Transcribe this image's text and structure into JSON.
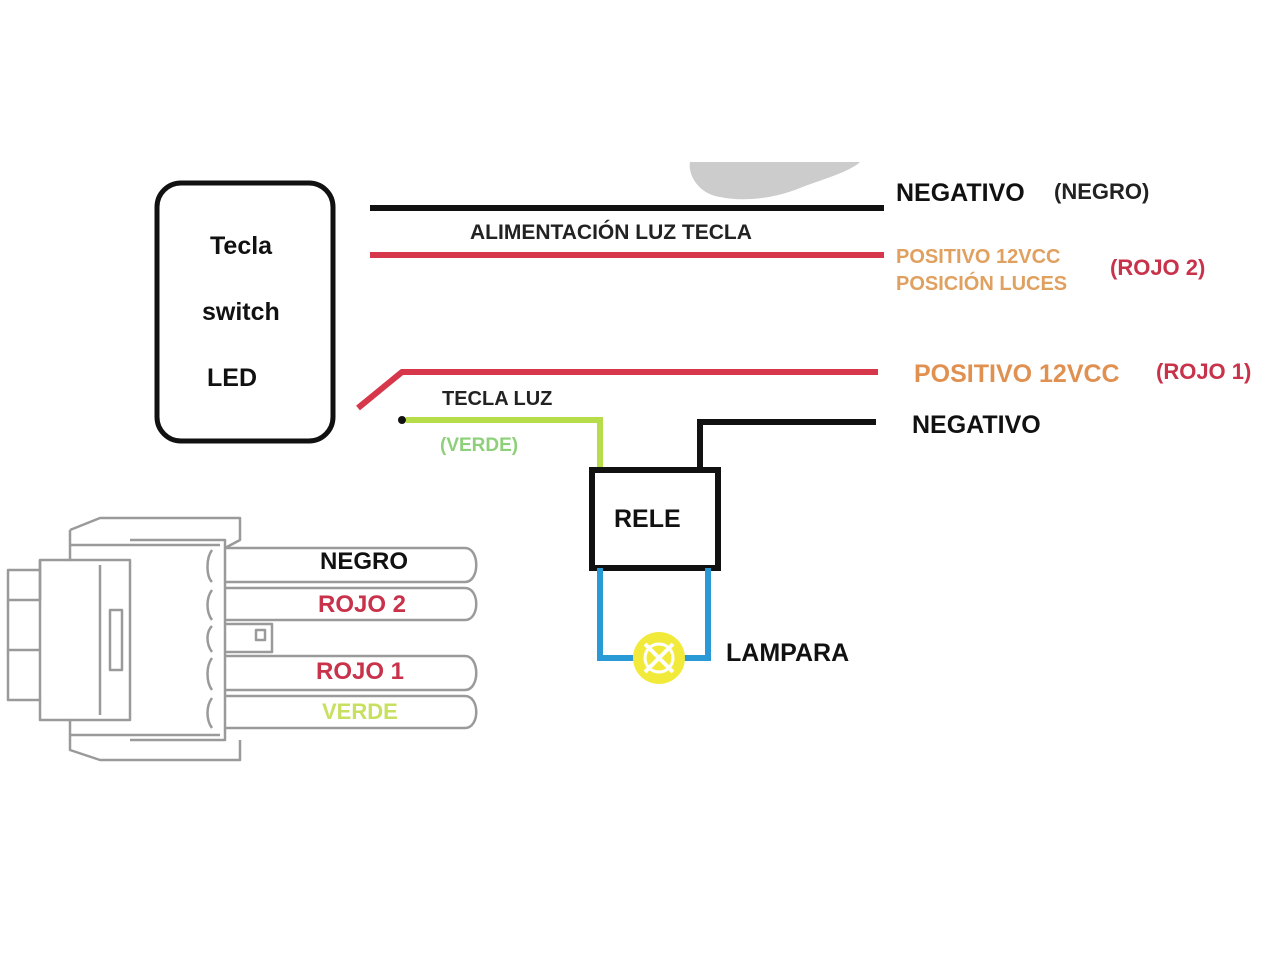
{
  "switch_box": {
    "line1": "Tecla",
    "line2": "switch",
    "line3": "LED"
  },
  "labels": {
    "negativo_top": "NEGATIVO",
    "negro_top": "(NEGRO)",
    "alimentacion": "ALIMENTACIÓN LUZ TECLA",
    "positivo_12vcc_a": "POSITIVO 12VCC",
    "posicion_luces": "POSICIÓN LUCES",
    "rojo2_label": "(ROJO 2)",
    "positivo_12vcc_b": "POSITIVO 12VCC",
    "rojo1_label": "(ROJO 1)",
    "tecla_luz": "TECLA LUZ",
    "verde_label": "(VERDE)",
    "negativo_mid": "NEGATIVO",
    "rele": "RELE",
    "lampara": "LAMPARA"
  },
  "connector_wires": {
    "negro": "NEGRO",
    "rojo2": "ROJO 2",
    "rojo1": "ROJO 1",
    "verde": "VERDE"
  },
  "colors": {
    "black_wire": "#111111",
    "red_wire": "#d6374a",
    "red_text": "#c8324a",
    "orange_text": "#e0a060",
    "orange_text_bold": "#e09050",
    "green_wire": "#b6dc4a",
    "green_text": "#8ed07a",
    "verde_text": "#c8e060",
    "blue_wire": "#2a9ad6",
    "lamp_yellow": "#f2ea3a",
    "gray_blob": "#cccccc",
    "connector_line": "#9a9a9a"
  }
}
